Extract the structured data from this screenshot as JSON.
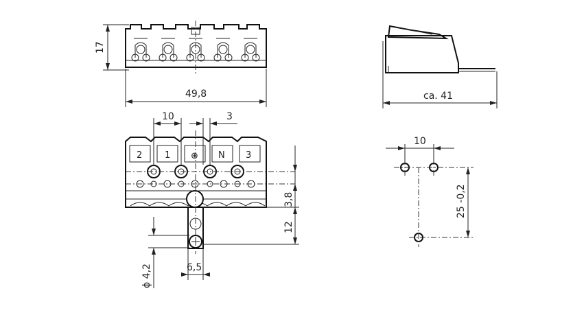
{
  "dimensions": {
    "height_top": "17",
    "width_total": "49,8",
    "depth_side": "ca. 41",
    "pitch": "10",
    "offset": "3",
    "pin_spacing": "10",
    "pin_distance": "25 -0,2",
    "row_offset": "3,8",
    "tab_height": "12",
    "hole_diameter": "ϕ 4,2",
    "tab_width": "6,5"
  },
  "terminals": [
    "2",
    "1",
    "⊕",
    "N",
    "3"
  ]
}
